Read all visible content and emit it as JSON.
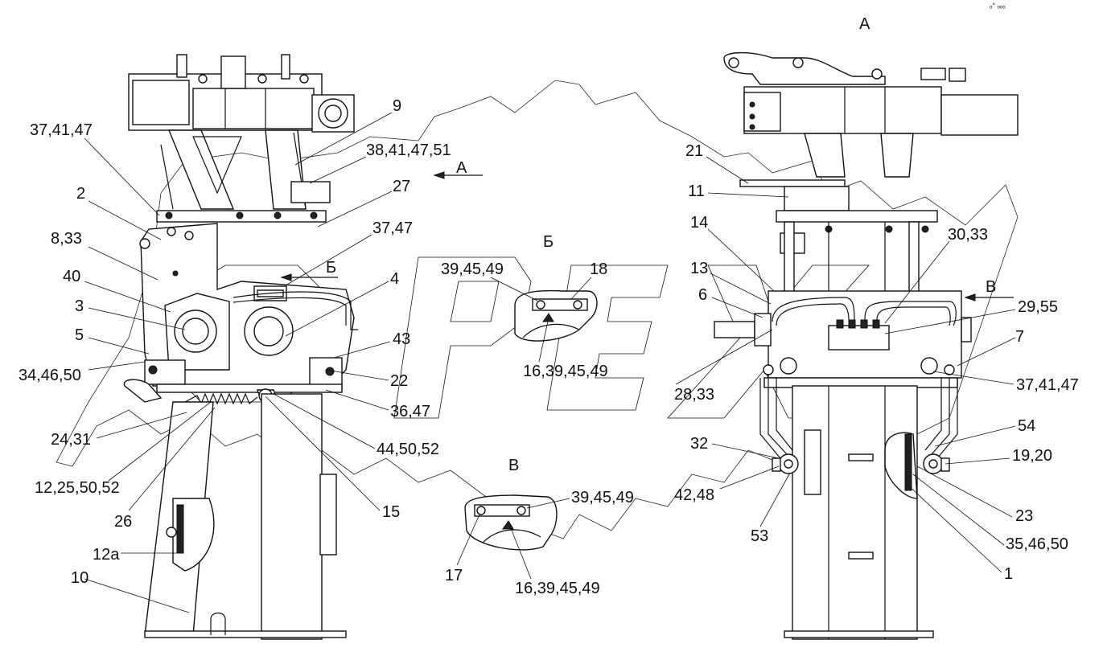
{
  "watermark": "OPEX",
  "corner_mark": "ₒ°  ₒₒₒ",
  "view_titles": {
    "view_a": "А",
    "view_b": "Б",
    "view_v": "В"
  },
  "arrows": {
    "arrow_a": "А",
    "arrow_b": "Б",
    "arrow_v": "В"
  },
  "callouts_left": [
    "37,41,47",
    "2",
    "8,33",
    "40",
    "3",
    "5",
    "34,46,50",
    "24,31",
    "12,25,50,52",
    "26",
    "12а",
    "10",
    "9",
    "38,41,47,51",
    "27",
    "37,47",
    "4",
    "43",
    "22",
    "36,47",
    "44,50,52",
    "15"
  ],
  "callouts_detail_b": [
    "39,45,49",
    "18",
    "16,39,45,49"
  ],
  "callouts_detail_v": [
    "39,45,49",
    "17",
    "16,39,45,49"
  ],
  "callouts_right": [
    "21",
    "11",
    "14",
    "13",
    "6",
    "30,33",
    "29,55",
    "7",
    "28,33",
    "37,41,47",
    "54",
    "32",
    "19,20",
    "42,48",
    "23",
    "53",
    "35,46,50",
    "1"
  ]
}
